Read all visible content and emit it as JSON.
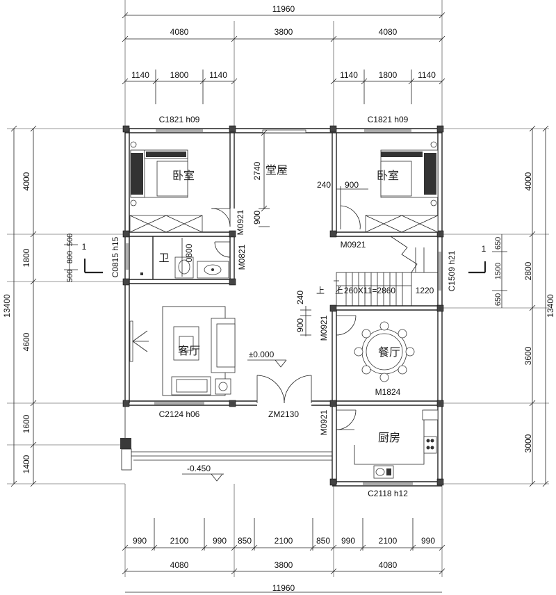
{
  "dimensions": {
    "top_total": "11960",
    "top_bays": [
      "4080",
      "3800",
      "4080"
    ],
    "top_left_window": [
      "1140",
      "1800",
      "1140"
    ],
    "top_right_window": [
      "1140",
      "1800",
      "1140"
    ],
    "bottom_windows": [
      "990",
      "2100",
      "990",
      "850",
      "2100",
      "850",
      "990",
      "2100",
      "990"
    ],
    "bottom_bays": [
      "4080",
      "3800",
      "4080"
    ],
    "bottom_total": "11960",
    "left_rows": [
      "4000",
      "1800",
      "4600",
      "1600",
      "1400"
    ],
    "left_total": "13400",
    "left_window_stack": [
      "500",
      "800",
      "500"
    ],
    "right_rows": [
      "4000",
      "2800",
      "3600",
      "3000"
    ],
    "right_total": "13400",
    "right_window_stack": [
      "650",
      "1500",
      "650"
    ]
  },
  "rooms": {
    "bedroom_left": "卧室",
    "hall": "堂屋",
    "bedroom_right": "卧室",
    "bathroom": "卫",
    "living": "客厅",
    "dining": "餐厅",
    "kitchen": "厨房"
  },
  "openings": {
    "c1821_left": "C1821 h09",
    "c1821_right": "C1821 h09",
    "c0815": "C0815 h15",
    "c1509": "C1509 h21",
    "c2124": "C2124 h06",
    "zm2130": "ZM2130",
    "c2118": "C2118 h12",
    "m1824": "M1824",
    "m0921_hall": "M0921",
    "m0821": "M0821",
    "m0921_right_bed": "M0921",
    "m0921_dining": "M0921",
    "m0921_kitchen": "M0921",
    "m0800": "0800"
  },
  "annotations": {
    "dim_2740": "2740",
    "dim_900_hall": "900",
    "dim_240": "240",
    "dim_900_bed": "900",
    "dim_240_living": "240",
    "dim_900_living": "900",
    "stair_run": "260X11=2860",
    "stair_landing": "1220",
    "stair_up": "上",
    "stair_up_left": "上",
    "elev_floor": "±0.000",
    "elev_outside": "-0.450",
    "section_left": "1",
    "section_right": "1"
  }
}
